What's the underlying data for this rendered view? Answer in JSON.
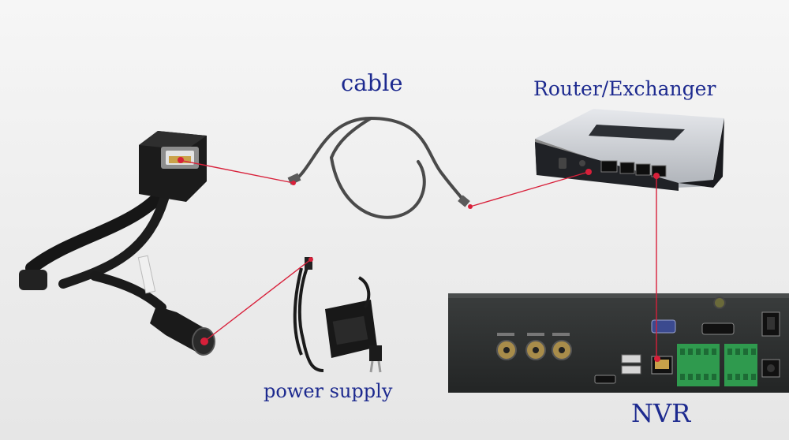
{
  "labels": {
    "cable": "cable",
    "router": "Router/Exchanger",
    "power_supply": "power supply",
    "nvr": "NVR"
  },
  "colors": {
    "label_text": "#1d2a8f",
    "connector_line": "#d8203a",
    "cable": "#444444",
    "router_body": "#2a2c31",
    "router_top": "#c9ccd1",
    "nvr_panel": "#2c2f2f",
    "terminal_green": "#2f9a4e"
  }
}
